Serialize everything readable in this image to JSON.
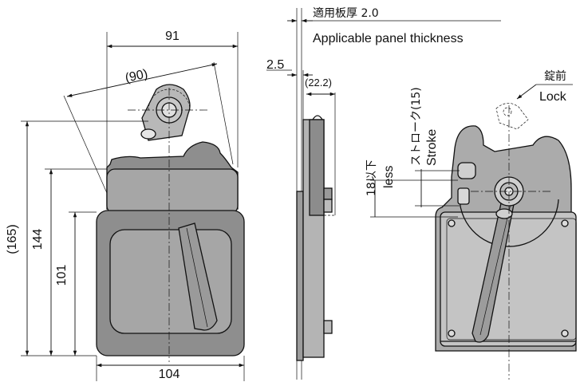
{
  "front_view": {
    "width_top": "91",
    "width_diag": "(90)",
    "height_overall": "(165)",
    "height_mid": "144",
    "height_body": "101",
    "width_bottom": "104"
  },
  "side_view": {
    "panel_thickness_jp": "適用板厚 2.0",
    "panel_thickness_en": "Applicable panel thickness",
    "offset": "2.5",
    "depth": "(22.2)"
  },
  "rear_view": {
    "lock_jp": "錠前",
    "lock_en": "Lock",
    "stroke_jp": "ストローク(15)",
    "stroke_en": "Stroke",
    "less_jp": "18以下",
    "less_en": "less"
  }
}
